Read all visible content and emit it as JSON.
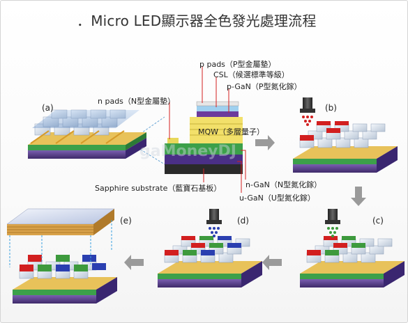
{
  "title": "．Micro LED顯示器全色發光處理流程",
  "panels": {
    "a": "(a)",
    "b": "(b)",
    "c": "(c)",
    "d": "(d)",
    "e": "(e)"
  },
  "structure_labels": {
    "p_pads": "p pads（P型金屬墊）",
    "csl": "CSL（候選標準等級）",
    "p_gan": "p-GaN（P型氮化鎵）",
    "n_pads": "n pads（N型金屬墊）",
    "mqw": "MQW（多層量子）",
    "n_gan": "n-GaN（N型氮化鎵）",
    "u_gan": "u-GaN（U型氮化鎵）",
    "sapphire": "Sapphire substrate（藍寶石基板）"
  },
  "watermark": "gaMoneyDJ",
  "colors": {
    "red_led": "#d21f1f",
    "green_led": "#3d9a3d",
    "blue_led": "#2a3fb0",
    "arrow_gray": "#9a9a9a",
    "substrate": "#5a3f8c",
    "gold_lines": "#d79b28"
  }
}
